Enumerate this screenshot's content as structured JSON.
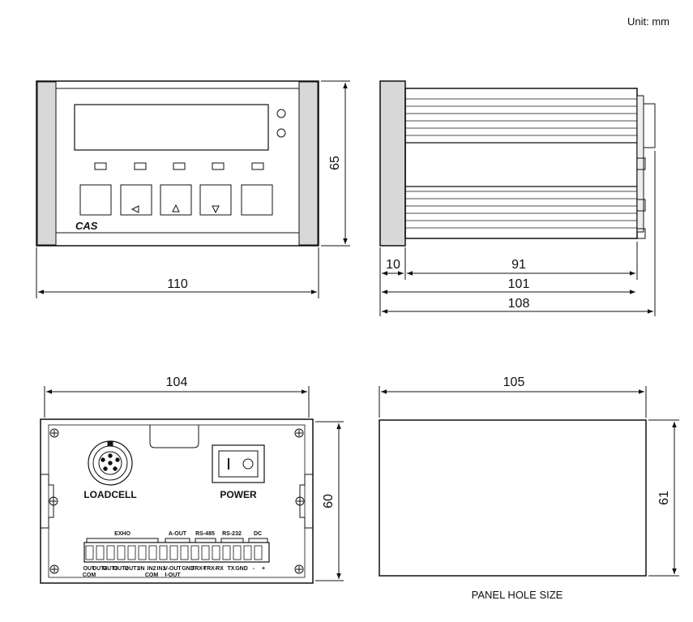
{
  "unit_label": "Unit: mm",
  "front": {
    "logo": "CAS",
    "dim_width": "110",
    "dim_height": "65"
  },
  "side": {
    "dim_10": "10",
    "dim_91": "91",
    "dim_101": "101",
    "dim_108": "108"
  },
  "rear": {
    "dim_width": "104",
    "dim_height": "60",
    "loadcell_label": "LOADCELL",
    "power_label": "POWER",
    "group_exho": "EXHO",
    "group_aout": "A-OUT",
    "group_rs485": "RS-485",
    "group_rs232": "RS-232",
    "group_dc": "DC",
    "terminals_row1": [
      "OUT",
      "OUT4",
      "OUT3",
      "OUT2",
      "OUT1",
      "IN",
      "IN2",
      "IN1",
      "V-OUT",
      "GND",
      "TRX+",
      "TRX-",
      "RX",
      "TX",
      "GND",
      "-",
      "+"
    ],
    "terminals_row2": [
      "COM",
      "COM",
      "I-OUT"
    ]
  },
  "panel": {
    "dim_width": "105",
    "dim_height": "61",
    "caption": "PANEL HOLE SIZE"
  }
}
